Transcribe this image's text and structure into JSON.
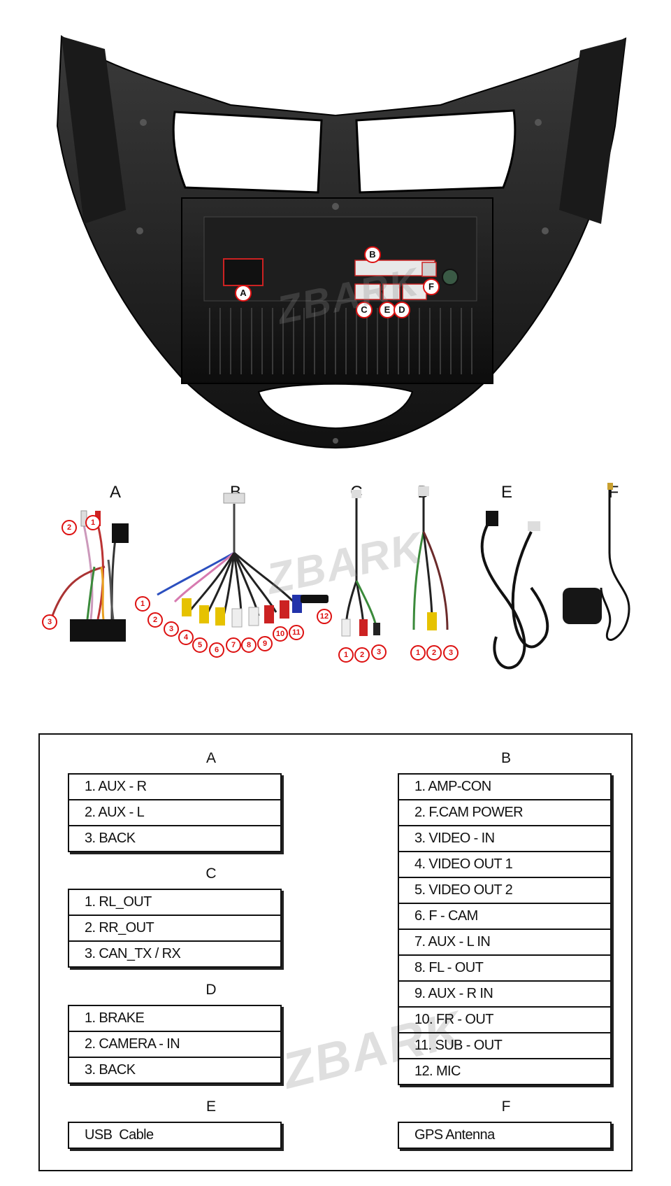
{
  "watermark": "ZBARK",
  "photo_tags": [
    "A",
    "B",
    "C",
    "D",
    "E",
    "F"
  ],
  "cable_letters": [
    "A",
    "B",
    "C",
    "D",
    "E",
    "F"
  ],
  "cable_numbers": {
    "A": [
      "1",
      "2",
      "3"
    ],
    "B": [
      "1",
      "2",
      "3",
      "4",
      "5",
      "6",
      "7",
      "8",
      "9",
      "10",
      "11",
      "12"
    ],
    "C": [
      "1",
      "2",
      "3"
    ],
    "D": [
      "1",
      "2",
      "3"
    ]
  },
  "legend": {
    "A": {
      "title": "A",
      "items": [
        "1. AUX - R",
        "2. AUX - L",
        "3. BACK"
      ]
    },
    "B": {
      "title": "B",
      "items": [
        "1. AMP-CON",
        "2. F.CAM POWER",
        "3. VIDEO - IN",
        "4. VIDEO OUT 1",
        "5. VIDEO OUT 2",
        "6. F - CAM",
        "7. AUX - L IN",
        "8. FL - OUT",
        "9. AUX - R IN",
        "10. FR - OUT",
        "11. SUB - OUT",
        "12. MIC"
      ]
    },
    "C": {
      "title": "C",
      "items": [
        "1. RL_OUT",
        "2. RR_OUT",
        "3. CAN_TX / RX"
      ]
    },
    "D": {
      "title": "D",
      "items": [
        "1. BRAKE",
        "2. CAMERA - IN",
        "3. BACK"
      ]
    },
    "E": {
      "title": "E",
      "items": [
        "USB  Cable"
      ]
    },
    "F": {
      "title": "F",
      "items": [
        "GPS Antenna"
      ]
    }
  }
}
